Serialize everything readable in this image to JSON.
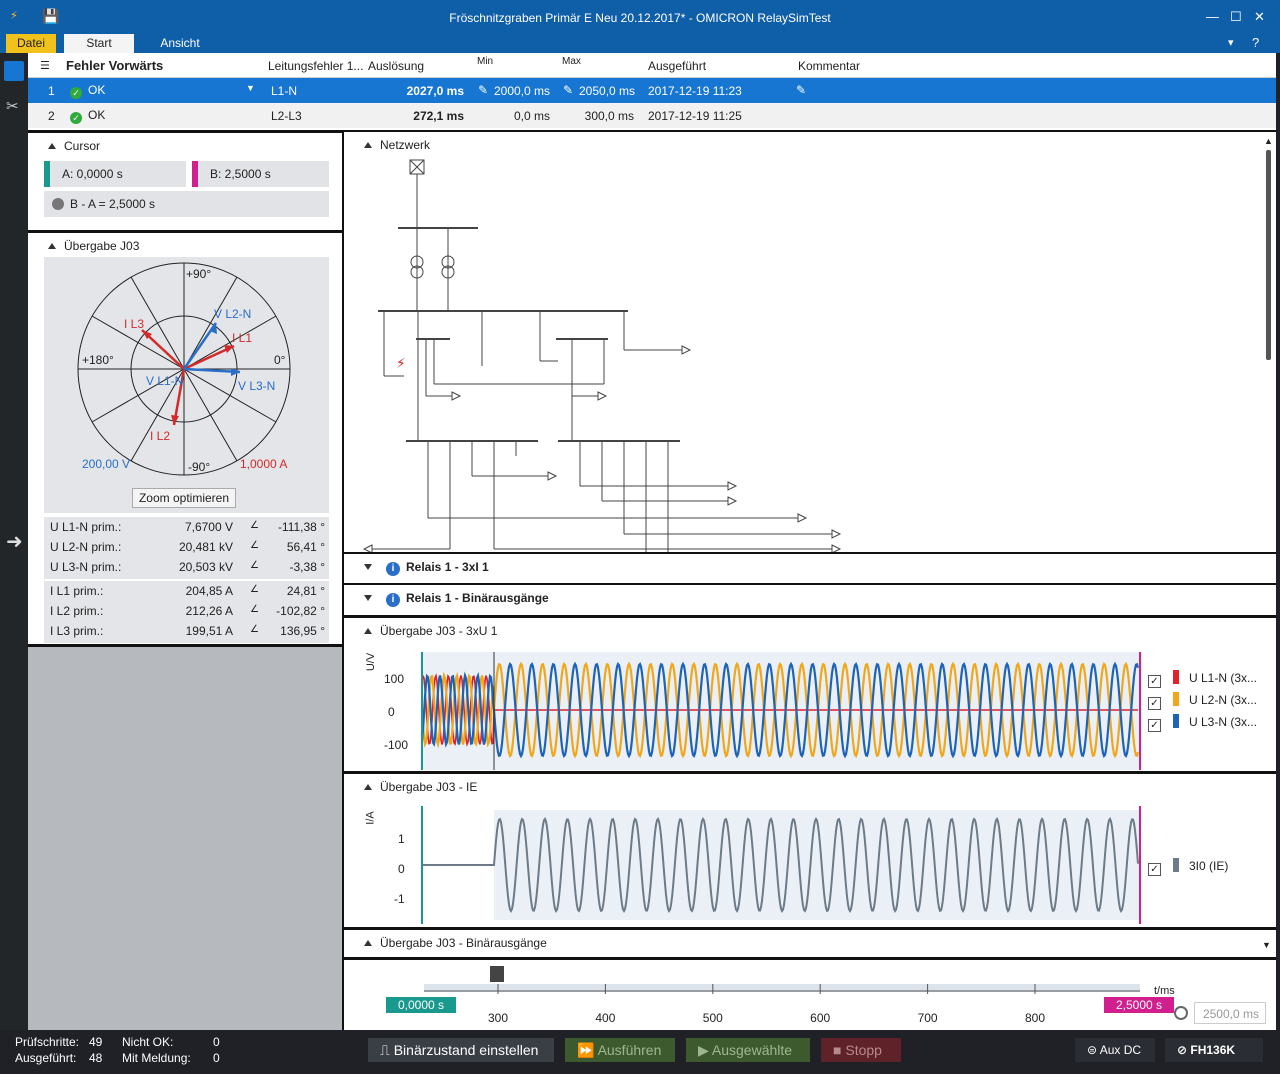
{
  "window": {
    "title": "Fröschnitzgraben Primär E Neu 20.12.2017* - OMICRON RelaySimTest"
  },
  "ribbon": {
    "file": "Datei",
    "start": "Start",
    "view": "Ansicht"
  },
  "table": {
    "title": "Fehler Vorwärts",
    "columns": [
      "Leitungsfehler 1...",
      "Auslösung",
      "Min",
      "Max",
      "Ausgeführt",
      "Kommentar"
    ],
    "rows": [
      {
        "index": "1",
        "status": "OK",
        "fault": "L1-N",
        "trip": "2027,0 ms",
        "min": "2000,0 ms",
        "max": "2050,0 ms",
        "executed": "2017-12-19 11:23",
        "comment": ""
      },
      {
        "index": "2",
        "status": "OK",
        "fault": "L2-L3",
        "trip": "272,1 ms",
        "min": "0,0 ms",
        "max": "300,0 ms",
        "executed": "2017-12-19 11:25",
        "comment": ""
      }
    ]
  },
  "cursor": {
    "title": "Cursor",
    "a": "A: 0,0000 s",
    "b": "B: 2,5000 s",
    "diff": "B - A = 2,5000 s",
    "a_color": "#1a9a8e",
    "b_color": "#d11f8e"
  },
  "phasor": {
    "title": "Übergabe J03",
    "top": "+90°",
    "left": "+180°",
    "right": "0°",
    "bottom": "-90°",
    "v_scale": "200,00 V",
    "i_scale": "1,0000 A",
    "labels": {
      "il3": "I L3",
      "il1": "I L1",
      "il2": "I L2",
      "vl2": "V L2-N",
      "vl1": "V L1-N",
      "vl3": "V L3-N"
    },
    "zoom_button": "Zoom optimieren",
    "measurements": [
      {
        "label": "U L1-N prim.:",
        "value": "7,6700 V",
        "angle": "-111,38 °"
      },
      {
        "label": "U L2-N prim.:",
        "value": "20,481 kV",
        "angle": "56,41 °"
      },
      {
        "label": "U L3-N prim.:",
        "value": "20,503 kV",
        "angle": "-3,38 °"
      },
      {
        "label": "I L1 prim.:",
        "value": "204,85 A",
        "angle": "24,81 °"
      },
      {
        "label": "I L2 prim.:",
        "value": "212,26 A",
        "angle": "-102,82 °"
      },
      {
        "label": "I L3 prim.:",
        "value": "199,51 A",
        "angle": "136,95 °"
      }
    ],
    "angle_symbol": "∠"
  },
  "network": {
    "title": "Netzwerk"
  },
  "relay1": {
    "title": "Relais 1 - 3xI 1"
  },
  "relay2": {
    "title": "Relais 1 - Binärausgänge"
  },
  "voltage_chart": {
    "title": "Übergabe J03 - 3xU 1",
    "ylabel": "U/V",
    "ticks": [
      "100",
      "0",
      "-100"
    ],
    "legend": [
      {
        "name": "U L1-N (3x...",
        "color": "#e0202a"
      },
      {
        "name": "U L2-N (3x...",
        "color": "#f0a81a"
      },
      {
        "name": "U L3-N (3x...",
        "color": "#1e63b5"
      }
    ]
  },
  "current_chart": {
    "title": "Übergabe J03 - IE",
    "ylabel": "I/A",
    "ticks": [
      "1",
      "0",
      "-1"
    ],
    "legend": [
      {
        "name": "3I0 (IE)",
        "color": "#6d7a87"
      }
    ]
  },
  "binary": {
    "title": "Übergabe J03 - Binärausgänge"
  },
  "timeline": {
    "unit": "t/ms",
    "ticks": [
      "300",
      "400",
      "500",
      "600",
      "700",
      "800"
    ],
    "cursor_a": "0,0000 s",
    "cursor_b": "2,5000 s",
    "duration": "2500,0 ms"
  },
  "status": {
    "steps_label": "Prüfschritte:",
    "steps": "49",
    "executed_label": "Ausgeführt:",
    "executed": "48",
    "notok_label": "Nicht OK:",
    "notok": "0",
    "msg_label": "Mit Meldung:",
    "msg": "0",
    "btn_binary": "Binärzustand einstellen",
    "btn_run": "Ausführen",
    "btn_selected": "Ausgewählte",
    "btn_stop": "Stopp",
    "aux": "Aux DC",
    "device": "FH136K"
  }
}
